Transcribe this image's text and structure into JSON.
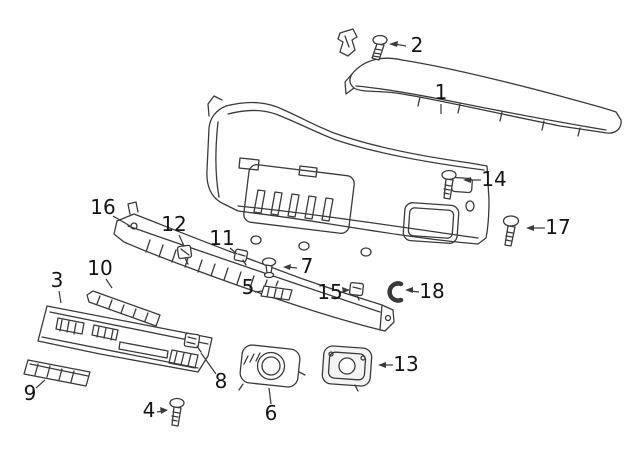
{
  "diagram": {
    "colors": {
      "background": "#ffffff",
      "line": "#3a3a3a",
      "text": "#141414"
    },
    "callouts": {
      "c1": "1",
      "c2": "2",
      "c3": "3",
      "c4": "4",
      "c5": "5",
      "c6": "6",
      "c7": "7",
      "c8": "8",
      "c9": "9",
      "c10": "10",
      "c11": "11",
      "c12": "12",
      "c13": "13",
      "c14": "14",
      "c15": "15",
      "c16": "16",
      "c17": "17",
      "c18": "18"
    }
  }
}
